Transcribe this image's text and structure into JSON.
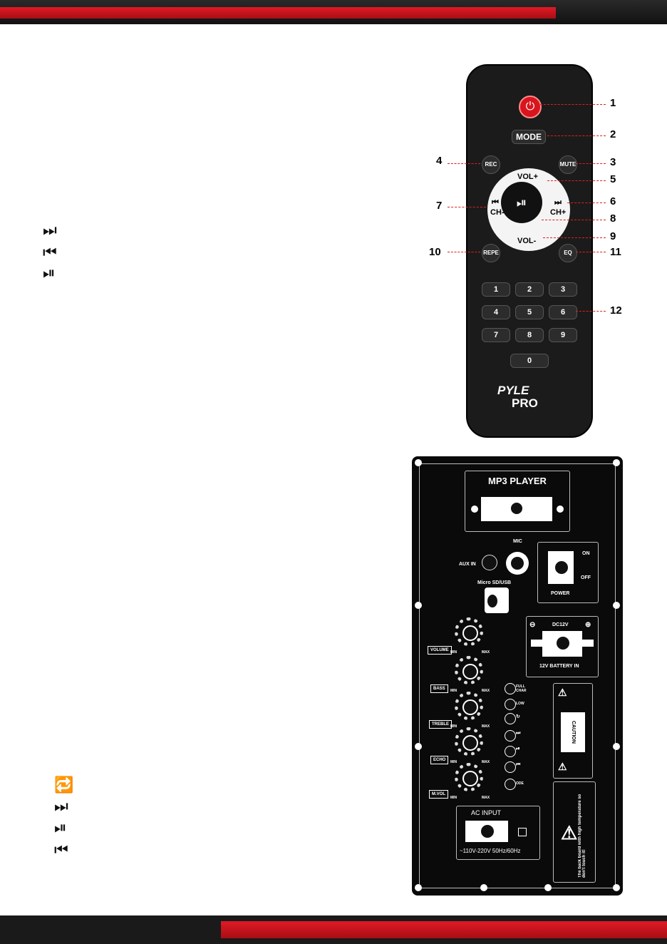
{
  "remote": {
    "buttons": {
      "mode": "MODE",
      "rec": "REC",
      "mute": "MUTE",
      "vol_up": "VOL+",
      "vol_down": "VOL-",
      "ch_down": "CH-",
      "ch_up": "CH+",
      "repe": "REPE",
      "eq": "EQ",
      "numbers": [
        "1",
        "2",
        "3",
        "4",
        "5",
        "6",
        "7",
        "8",
        "9",
        "0"
      ]
    },
    "brand_top": "PYLE",
    "brand_bottom": "PRO",
    "callouts": [
      "1",
      "2",
      "3",
      "4",
      "5",
      "6",
      "7",
      "8",
      "9",
      "10",
      "11",
      "12"
    ]
  },
  "panel": {
    "mp3_title": "MP3 PLAYER",
    "mic": "MIC",
    "aux_in": "AUX IN",
    "micro_sd": "Micro SD/USB",
    "on": "ON",
    "off": "OFF",
    "power": "POWER",
    "dc12v": "DC12V",
    "battery": "12V BATTERY IN",
    "knobs": [
      "VOLUME",
      "BASS",
      "TREBLE",
      "ECHO",
      "M.VOL"
    ],
    "min": "MIN",
    "max": "MAX",
    "full_char": "FULL CHAR",
    "low": "LOW",
    "ode": "ODE",
    "caution": "CAUTION",
    "ac_input": "AC INPUT",
    "ac_voltage": "~110V-220V  50Hz/60Hz",
    "hot_warning": "The back board with high temperature so don't touch it!"
  }
}
